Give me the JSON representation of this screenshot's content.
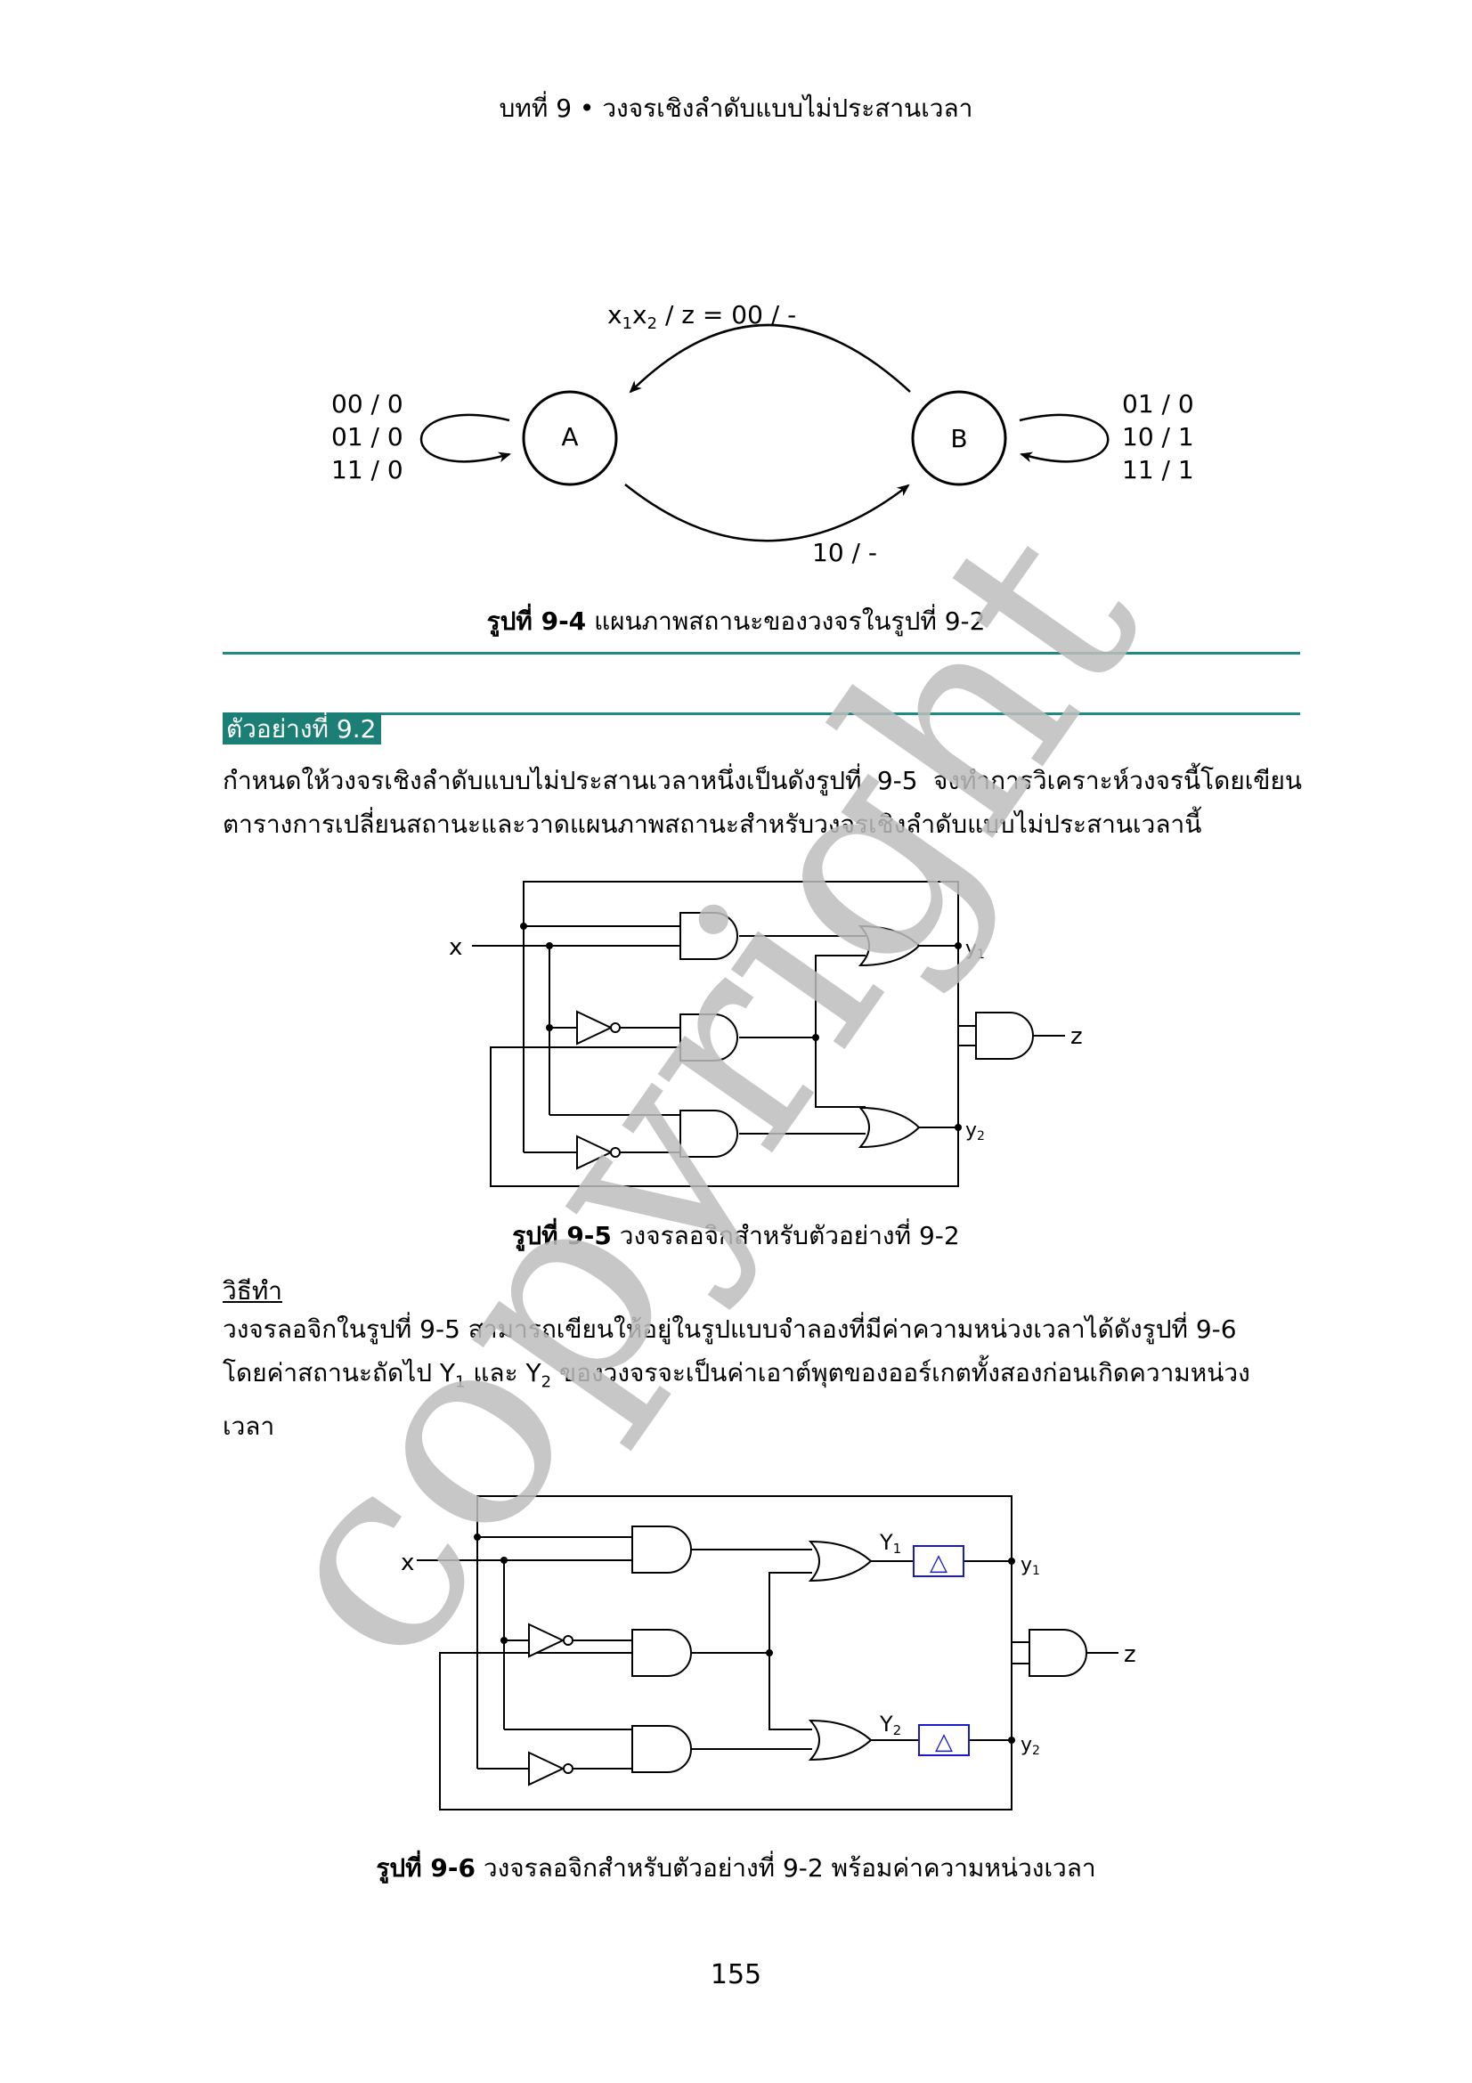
{
  "header": {
    "text": "บทที่ 9 • วงจรเชิงลำดับแบบไม่ประสานเวลา"
  },
  "state_diagram": {
    "states": [
      "A",
      "B"
    ],
    "top_arrow_label": {
      "prefix": "x",
      "sub1": "1",
      "mid": "x",
      "sub2": "2",
      "suffix": " / z = 00 / -"
    },
    "bottom_arrow_label": "10 / -",
    "left_loop_labels": [
      "00 / 0",
      "01 / 0",
      "11 / 0"
    ],
    "right_loop_labels": [
      "01 / 0",
      "10 / 1",
      "11 / 1"
    ]
  },
  "caption_9_4": {
    "bold": "รูปที่ 9-4",
    "text": " แผนภาพสถานะของวงจรในรูปที่ 9-2"
  },
  "example": {
    "tag": "ตัวอย่างที่ 9.2"
  },
  "paragraph1": "กำหนดให้วงจรเชิงลำดับแบบไม่ประสานเวลาหนึ่งเป็นดังรูปที่ 9-5 จงทำการวิเคราะห์วงจรนี้โดยเขียนตารางการเปลี่ยนสถานะและวาดแผนภาพสถานะสำหรับวงจรเชิงลำดับแบบไม่ประสานเวลานี้",
  "circuit_9_5": {
    "input": "x",
    "out_y": "y",
    "out_y1_sub": "1",
    "out_y2_sub": "2",
    "output_z": "z"
  },
  "caption_9_5": {
    "bold": "รูปที่ 9-5",
    "text": " วงจรลอจิกสำหรับตัวอย่างที่ 9-2"
  },
  "method": {
    "title": "วิธีทำ"
  },
  "paragraph2": {
    "line1": "วงจรลอจิกในรูปที่ 9-5 สามารถเขียนให้อยู่ในรูปแบบจำลองที่มีค่าความหน่วงเวลาได้ดังรูปที่ 9-6",
    "line2_a": "โดยค่าสถานะถัดไป ",
    "Y": "Y",
    "sub1": "1",
    "line2_b": " และ ",
    "sub2": "2",
    "line2_c": " ของวงจรจะเป็นค่าเอาต์พุตของออร์เกตทั้งสองก่อนเกิดความหน่วง",
    "line3": "เวลา"
  },
  "circuit_9_6": {
    "input": "x",
    "Y": "Y",
    "sub1": "1",
    "sub2": "2",
    "out_y": "y",
    "output_z": "z",
    "delay_symbol": "△",
    "delay_color": "#1a1acc"
  },
  "caption_9_6": {
    "bold": "รูปที่ 9-6",
    "text": " วงจรลอจิกสำหรับตัวอย่างที่ 9-2 พร้อมค่าความหน่วงเวลา"
  },
  "page_number": "155",
  "watermark": {
    "text": "copyright",
    "color": "#bdbdbd"
  },
  "colors": {
    "rule": "#1e8a80",
    "example_tag_bg": "#1b7f76"
  }
}
